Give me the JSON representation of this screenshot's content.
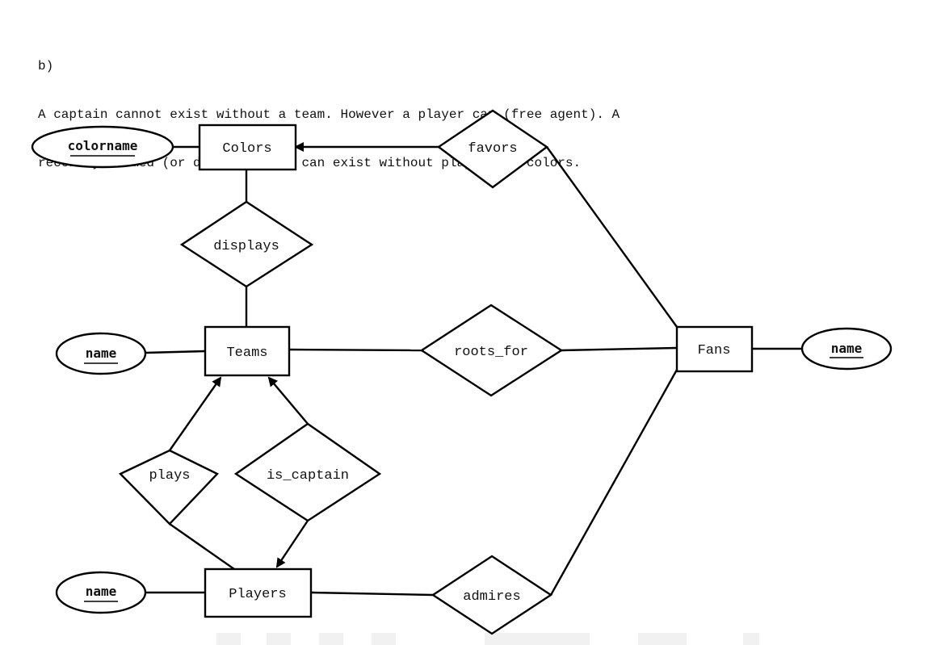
{
  "header": {
    "label": "b)",
    "line1": "A captain cannot exist without a team. However a player can (free agent). A",
    "line2": "recently formed (or defunct) team can exist without players or colors."
  },
  "entities": {
    "colors": "Colors",
    "teams": "Teams",
    "players": "Players",
    "fans": "Fans"
  },
  "relationships": {
    "favors": "favors",
    "displays": "displays",
    "roots_for": "roots_for",
    "plays": "plays",
    "is_captain": "is_captain",
    "admires": "admires"
  },
  "attributes": {
    "colorname": "colorname",
    "team_name": "name",
    "player_name": "name",
    "fan_name": "name"
  },
  "colors": {
    "stroke": "#000000",
    "background": "#ffffff",
    "text": "#111111"
  }
}
